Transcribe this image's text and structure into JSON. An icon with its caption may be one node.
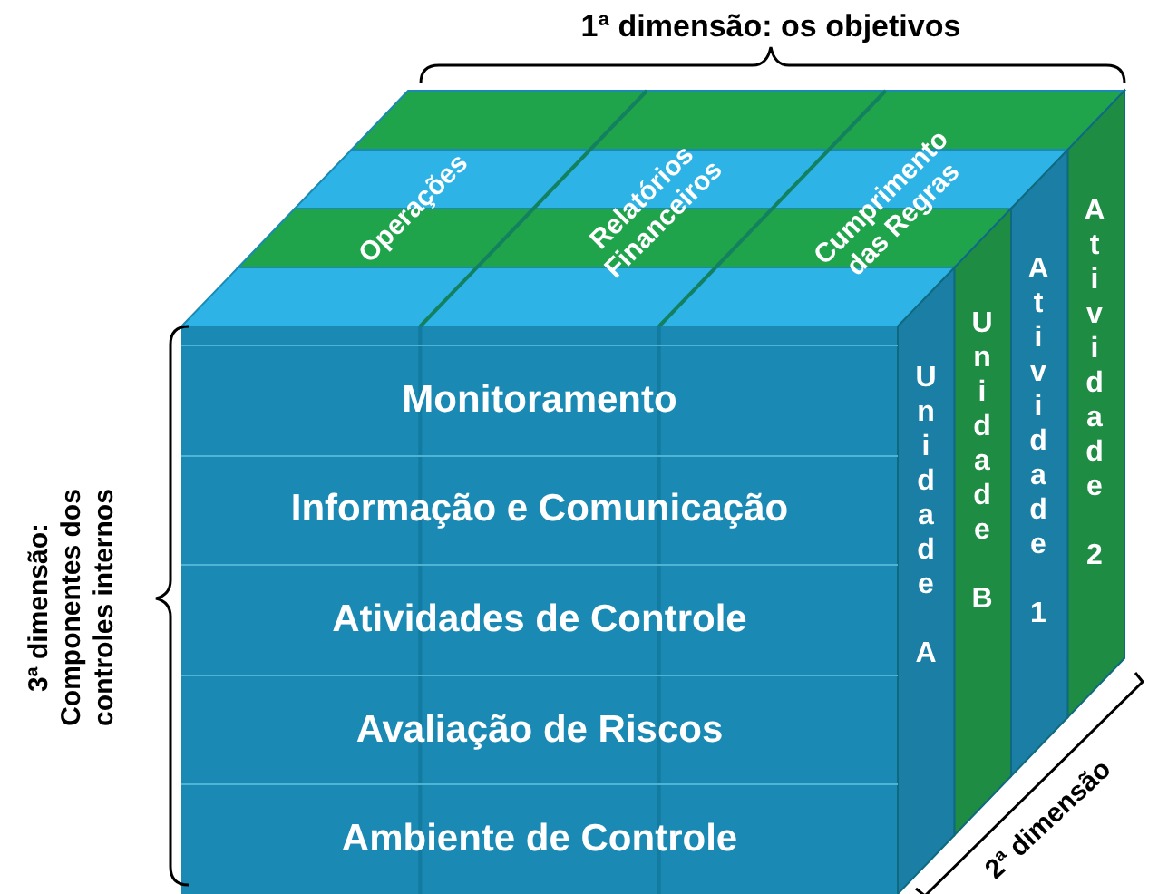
{
  "diagram": {
    "nodes": [
      {
        "text": [
          "Monitoramento"
        ]
      },
      {
        "text": [
          "Informação e Comunicação"
        ]
      },
      {
        "text": [
          "Atividades de Controle"
        ]
      },
      {
        "text": [
          "Avaliação de Riscos"
        ]
      },
      {
        "text": [
          "Ambiente de Controle"
        ]
      },
      {
        "text": [
          "Operações"
        ]
      },
      {
        "text": [
          "Relatórios Financeiros"
        ]
      },
      {
        "text": [
          "Cumprimento das Regras"
        ]
      },
      {
        "text": [
          "Unidade A"
        ]
      },
      {
        "text": [
          "Unidade B"
        ]
      },
      {
        "text": [
          "Atividade 1"
        ]
      },
      {
        "text": [
          "Atividade 2"
        ]
      }
    ],
    "edges": [],
    "labels": [
      "1ª dimensão: os objetivos",
      "3ª dimensão: Componentes dos controles internos",
      "2ª dimensão"
    ]
  }
}
